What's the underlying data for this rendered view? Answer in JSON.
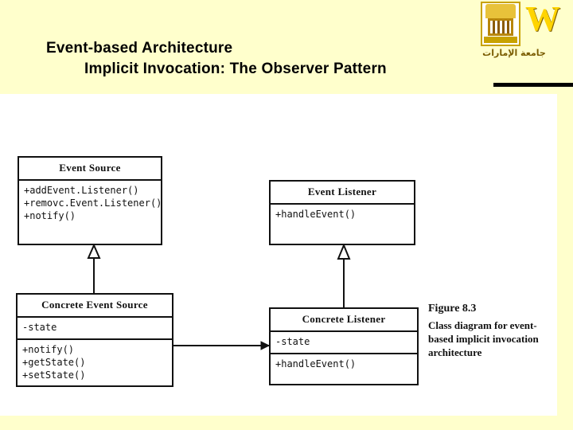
{
  "slide": {
    "title_line1": "Event-based Architecture",
    "title_line2": "Implicit Invocation: The Observer Pattern",
    "logo_arabic": "جامعة الإمارات",
    "background_color": "#ffffcc",
    "canvas_color": "#ffffff"
  },
  "diagram": {
    "type": "uml-class-diagram",
    "classes": [
      {
        "id": "event-source",
        "name": "Event Source",
        "members": [
          "+addEvent.Listener()",
          "+removc.Event.Listener()",
          "+notify()"
        ]
      },
      {
        "id": "event-listener",
        "name": "Event Listener",
        "members": [
          "+handleEvent()"
        ]
      },
      {
        "id": "concrete-event-source",
        "name": "Concrete Event Source",
        "attributes": [
          "-state"
        ],
        "members": [
          "+notify()",
          "+getState()",
          "+setState()"
        ]
      },
      {
        "id": "concrete-listener",
        "name": "Concrete Listener",
        "attributes": [
          "-state"
        ],
        "members": [
          "+handleEvent()"
        ]
      }
    ],
    "relations": [
      {
        "from": "concrete-event-source",
        "to": "event-source",
        "kind": "generalization"
      },
      {
        "from": "concrete-listener",
        "to": "event-listener",
        "kind": "generalization"
      },
      {
        "from": "concrete-event-source",
        "to": "concrete-listener",
        "kind": "association"
      }
    ]
  },
  "figure": {
    "number": "Figure 8.3",
    "caption": "Class diagram for event-based implicit invocation architecture"
  }
}
